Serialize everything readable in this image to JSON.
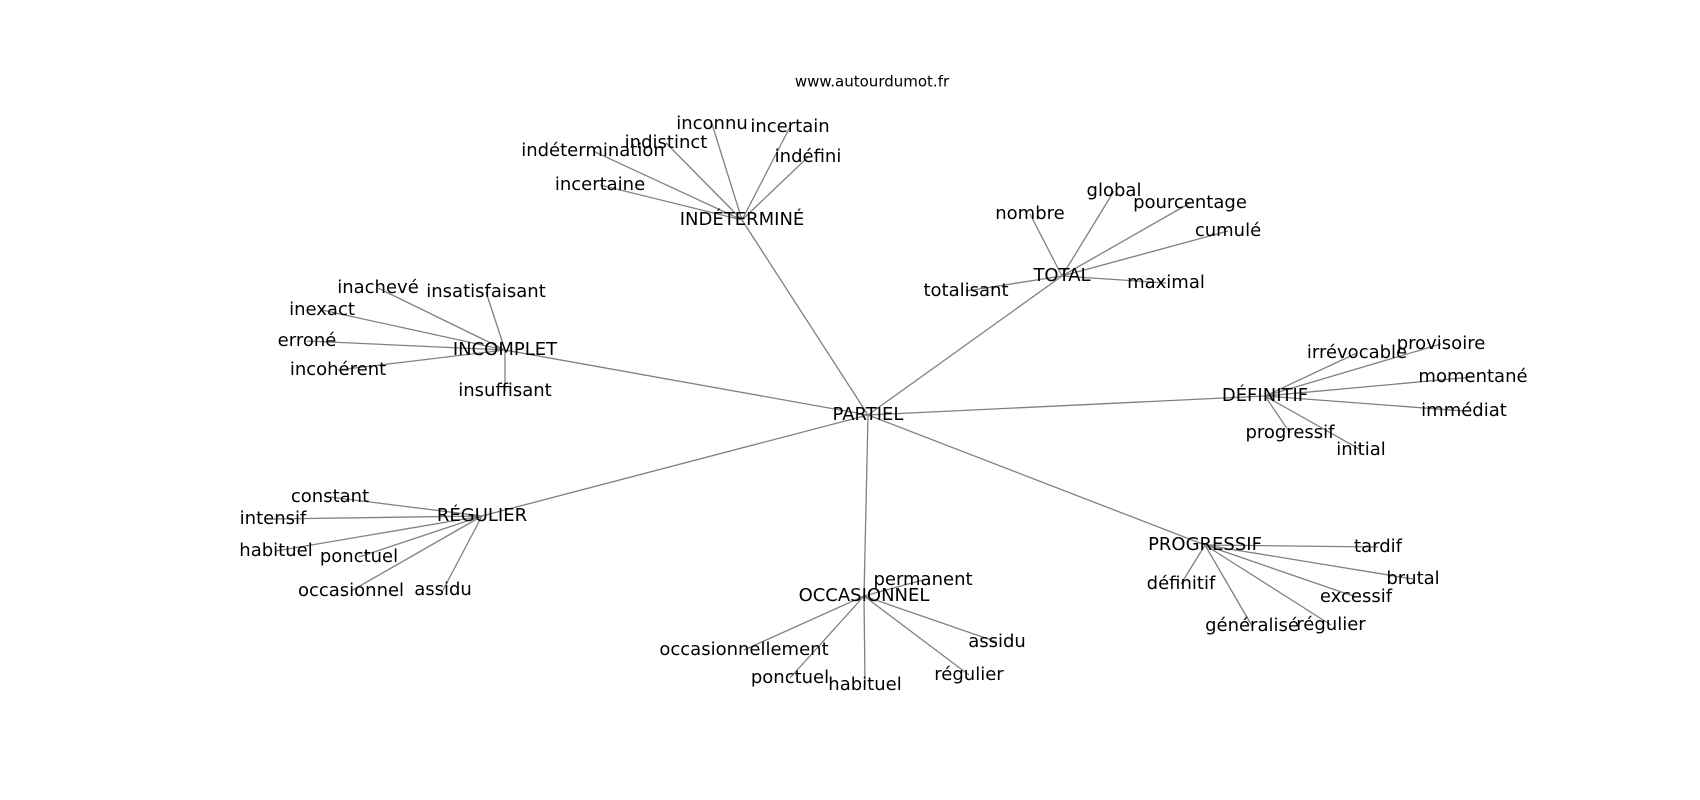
{
  "site": "www.autourdumot.fr",
  "center": "PARTIEL",
  "clusters": [
    {
      "id": "indetermine",
      "label": "INDÉTERMINÉ",
      "words": [
        "inconnu",
        "incertain",
        "indistinct",
        "indétermination",
        "indéfini",
        "incertaine"
      ]
    },
    {
      "id": "total",
      "label": "TOTAL",
      "words": [
        "nombre",
        "global",
        "pourcentage",
        "cumulé",
        "totalisant",
        "maximal"
      ]
    },
    {
      "id": "incomplet",
      "label": "INCOMPLET",
      "words": [
        "inachevé",
        "insatisfaisant",
        "inexact",
        "erroné",
        "incohérent",
        "insuffisant"
      ]
    },
    {
      "id": "definitif",
      "label": "DÉFINITIF",
      "words": [
        "irrévocable",
        "provisoire",
        "momentané",
        "immédiat",
        "progressif",
        "initial"
      ]
    },
    {
      "id": "regulier",
      "label": "RÉGULIER",
      "words": [
        "constant",
        "intensif",
        "habituel",
        "ponctuel",
        "occasionnel",
        "assidu"
      ]
    },
    {
      "id": "occasionnel",
      "label": "OCCASIONNEL",
      "words": [
        "permanent",
        "occasionnellement",
        "ponctuel",
        "habituel",
        "assidu",
        "régulier"
      ]
    },
    {
      "id": "progressif",
      "label": "PROGRESSIF",
      "words": [
        "tardif",
        "brutal",
        "définitif",
        "excessif",
        "généralisé",
        "régulier"
      ]
    }
  ]
}
